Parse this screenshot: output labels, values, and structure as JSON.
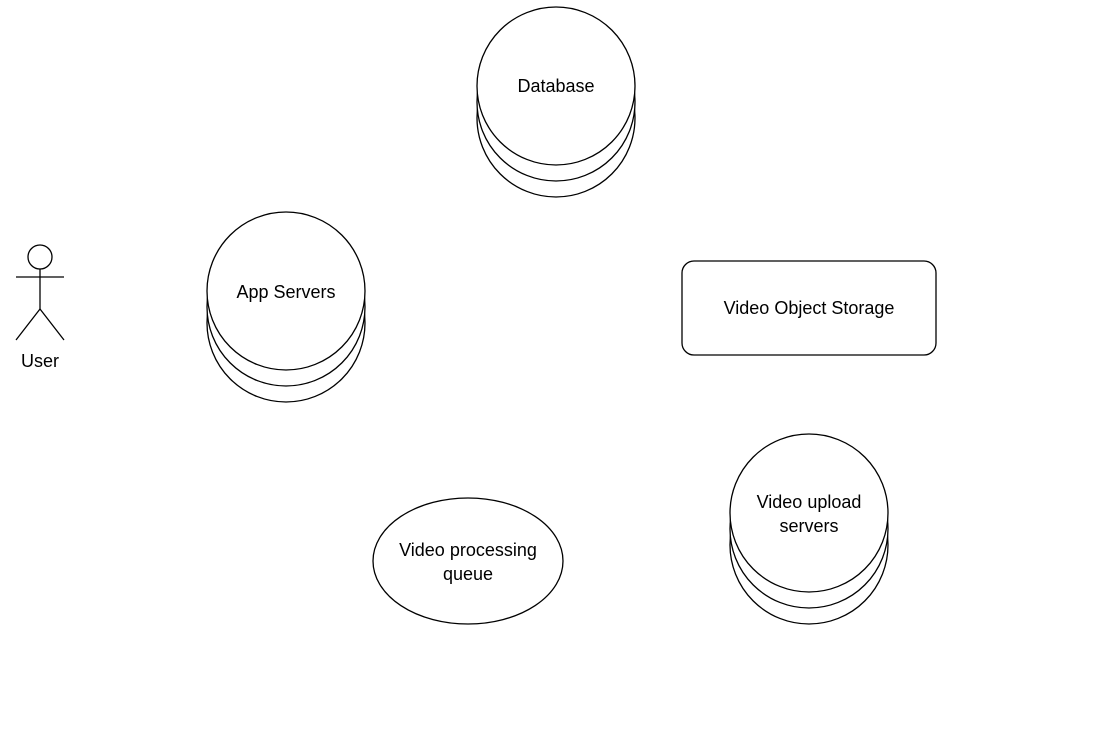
{
  "nodes": {
    "user": {
      "label": "User"
    },
    "database": {
      "label": "Database"
    },
    "app_servers": {
      "label": "App Servers"
    },
    "video_object_storage": {
      "label": "Video Object Storage"
    },
    "video_upload_servers": {
      "lines": [
        "Video upload",
        "servers"
      ]
    },
    "video_processing_queue": {
      "lines": [
        "Video processing",
        "queue"
      ]
    }
  }
}
